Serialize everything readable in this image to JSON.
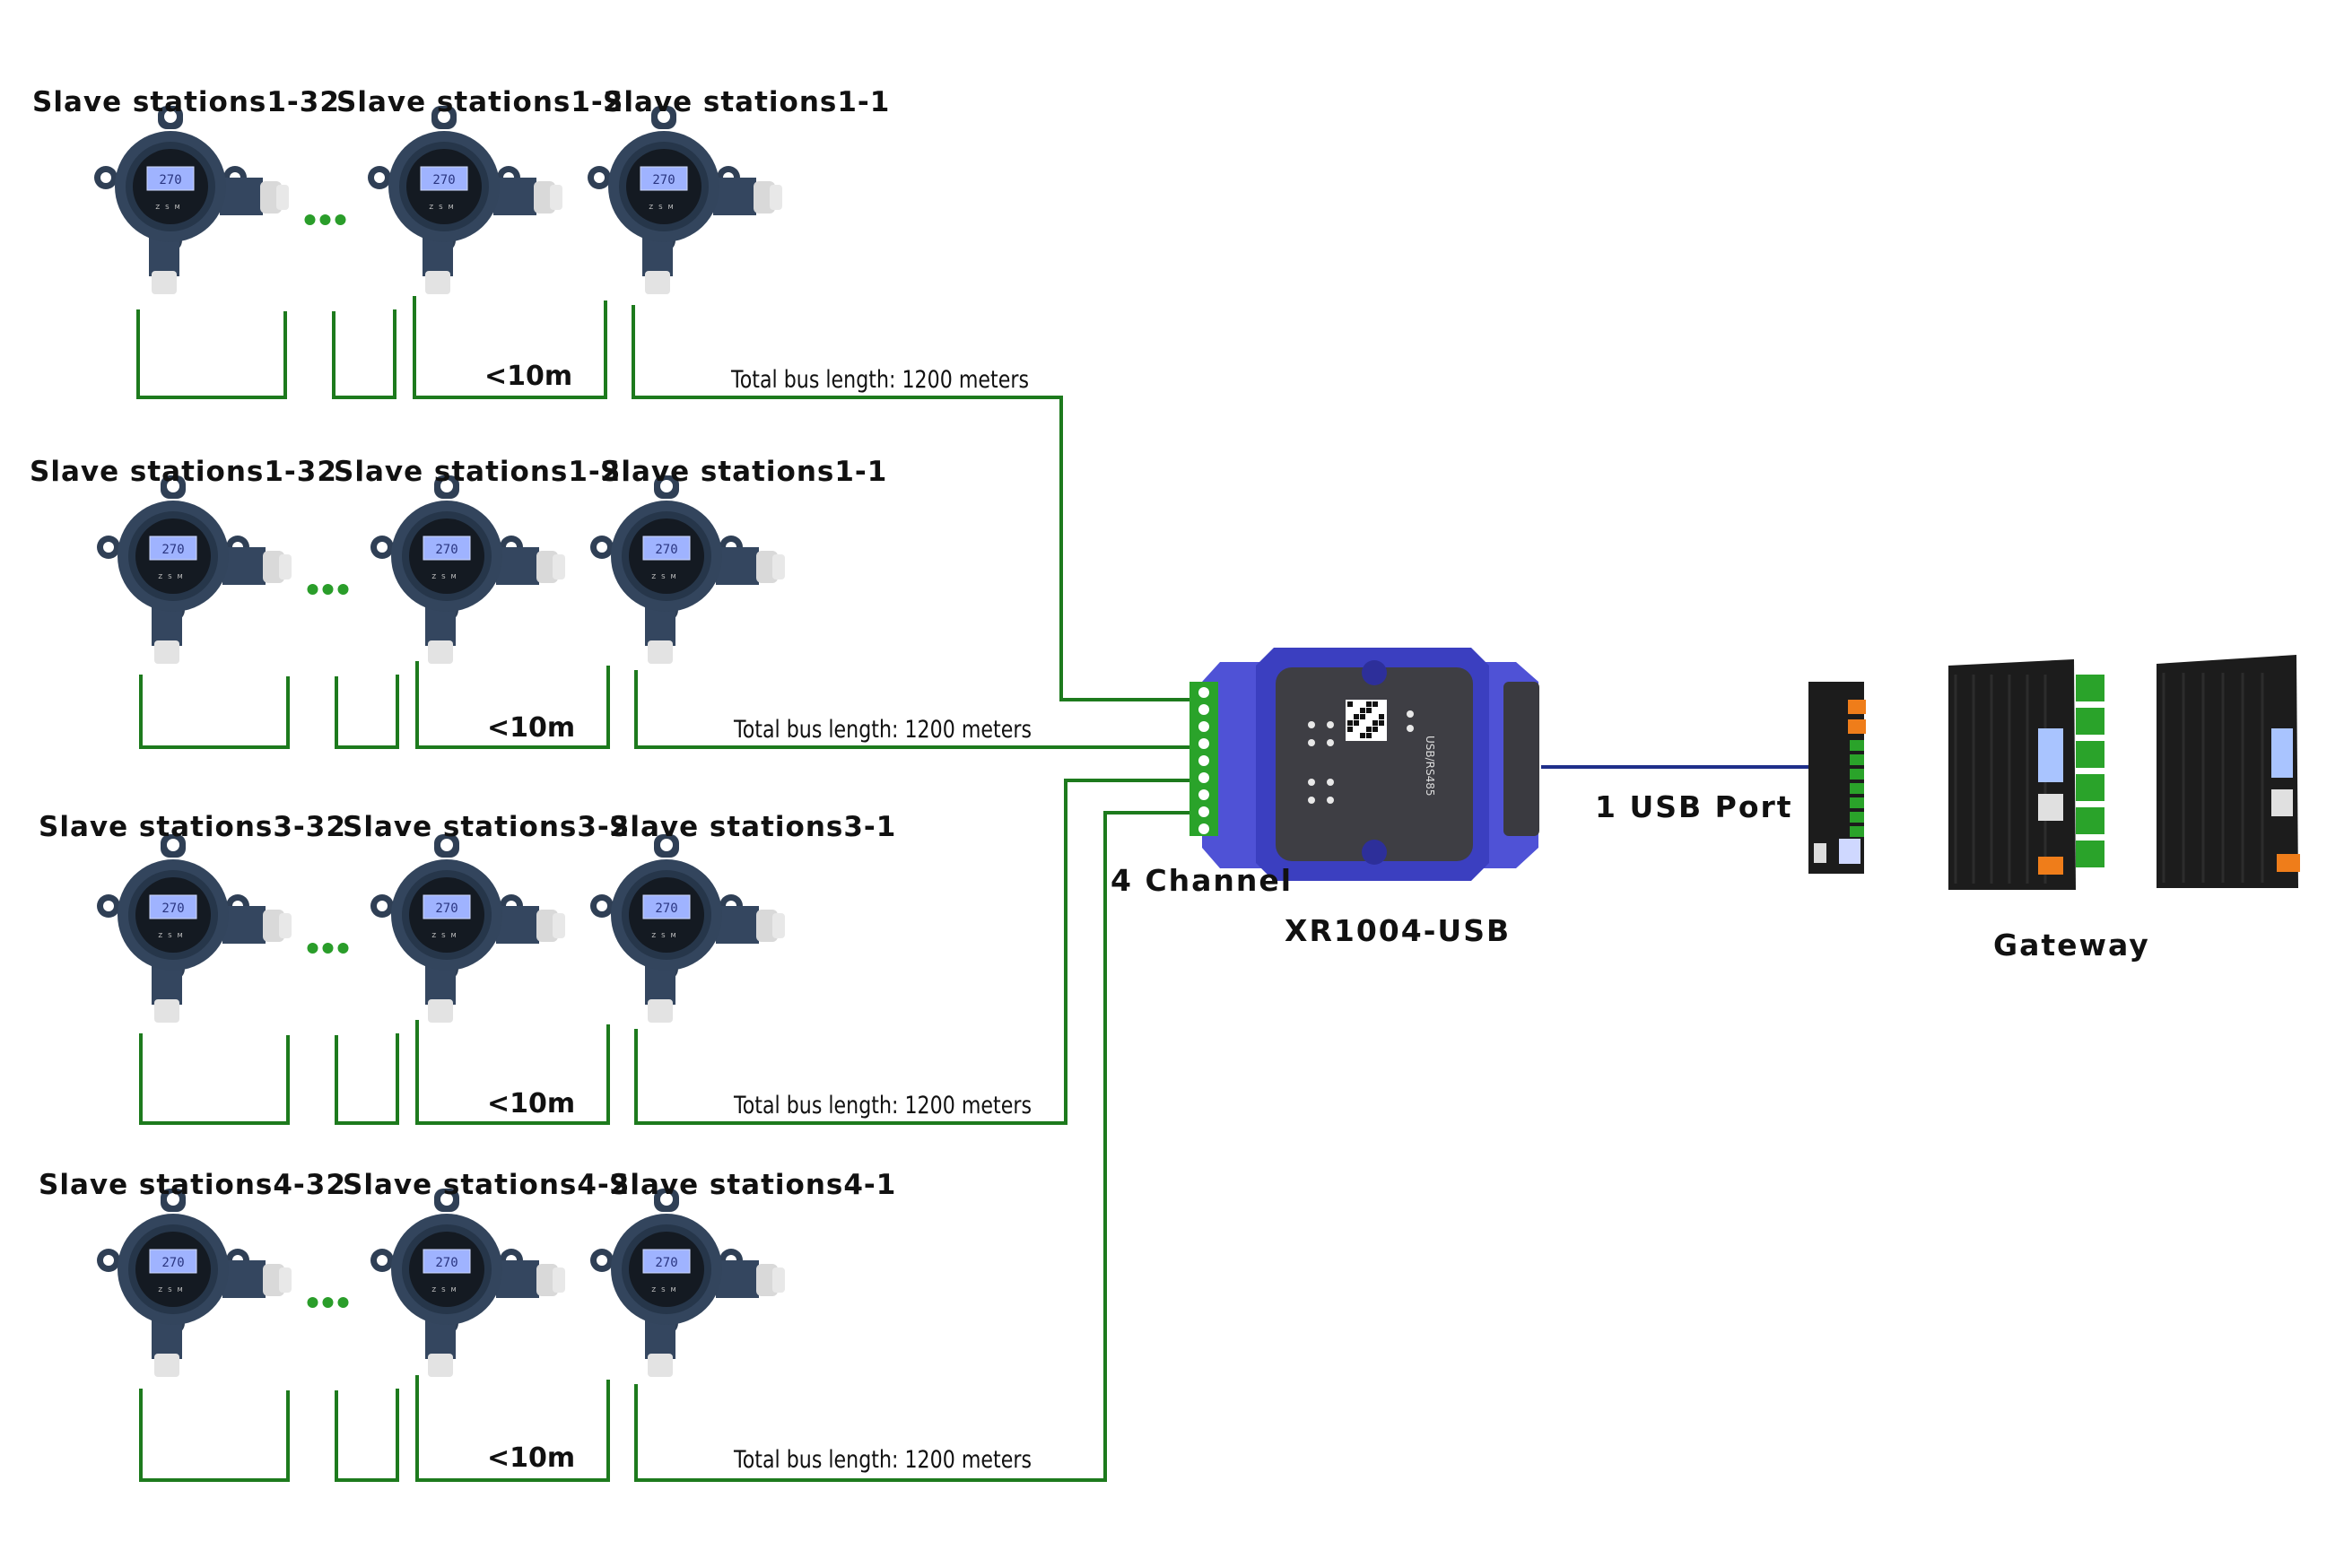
{
  "rows": [
    {
      "stations": [
        "Slave stations1-32",
        "Slave stations1-2",
        "Slave stations1-1"
      ],
      "distance": "<10m",
      "bus": "Total bus length: 1200 meters",
      "display": "270"
    },
    {
      "stations": [
        "Slave stations1-32",
        "Slave stations1-2",
        "Slave stations1-1"
      ],
      "distance": "<10m",
      "bus": "Total bus length: 1200 meters",
      "display": "270"
    },
    {
      "stations": [
        "Slave stations3-32",
        "Slave stations3-2",
        "Slave stations3-1"
      ],
      "distance": "<10m",
      "bus": "Total bus length: 1200 meters",
      "display": "270"
    },
    {
      "stations": [
        "Slave stations4-32",
        "Slave stations4-2",
        "Slave stations4-1"
      ],
      "distance": "<10m",
      "bus": "Total bus length: 1200 meters",
      "display": "270"
    }
  ],
  "converter": {
    "channel_label": "4 Channel",
    "model": "XR1004-USB",
    "usb_label": "1 USB Port",
    "panel_text": "USB/RS485"
  },
  "gateway": {
    "label": "Gateway"
  },
  "colors": {
    "wire": "#1d7a1d",
    "usb_wire": "#1f2f8a",
    "sensor_body": "#2f3f55",
    "converter_body": "#4f52d6",
    "gateway_body": "#1c1c1c",
    "terminal_green": "#2aa32a",
    "terminal_orange": "#ef7d1a",
    "ellipsis_dot": "#2a9d2a"
  }
}
